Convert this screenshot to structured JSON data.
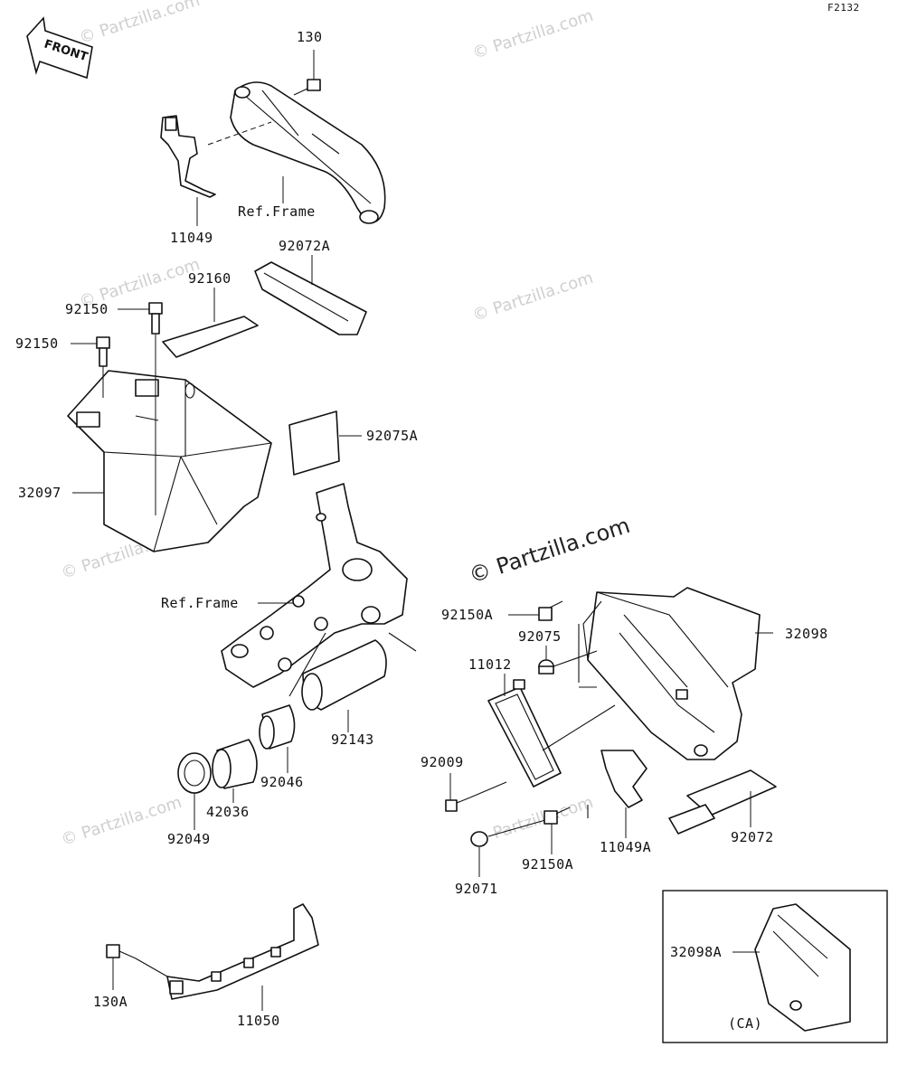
{
  "code": "F2132",
  "front_label": "FRONT",
  "watermark": "© Partzilla.com",
  "labels": {
    "p130": "130",
    "p130A": "130A",
    "p11049": "11049",
    "p11049A": "11049A",
    "p11050": "11050",
    "p11012": "11012",
    "p32097": "32097",
    "p32098": "32098",
    "p32098A": "32098A",
    "p42036": "42036",
    "p92009": "92009",
    "p92046": "92046",
    "p92049": "92049",
    "p92071": "92071",
    "p92072": "92072",
    "p92072A": "92072A",
    "p92075": "92075",
    "p92075A": "92075A",
    "p92143": "92143",
    "p92150_a": "92150",
    "p92150_b": "92150",
    "p92150A_top": "92150A",
    "p92150A_bottom": "92150A",
    "p92160": "92160",
    "ref_frame_top": "Ref.Frame",
    "ref_frame_mid": "Ref.Frame",
    "ca": "(CA)"
  }
}
